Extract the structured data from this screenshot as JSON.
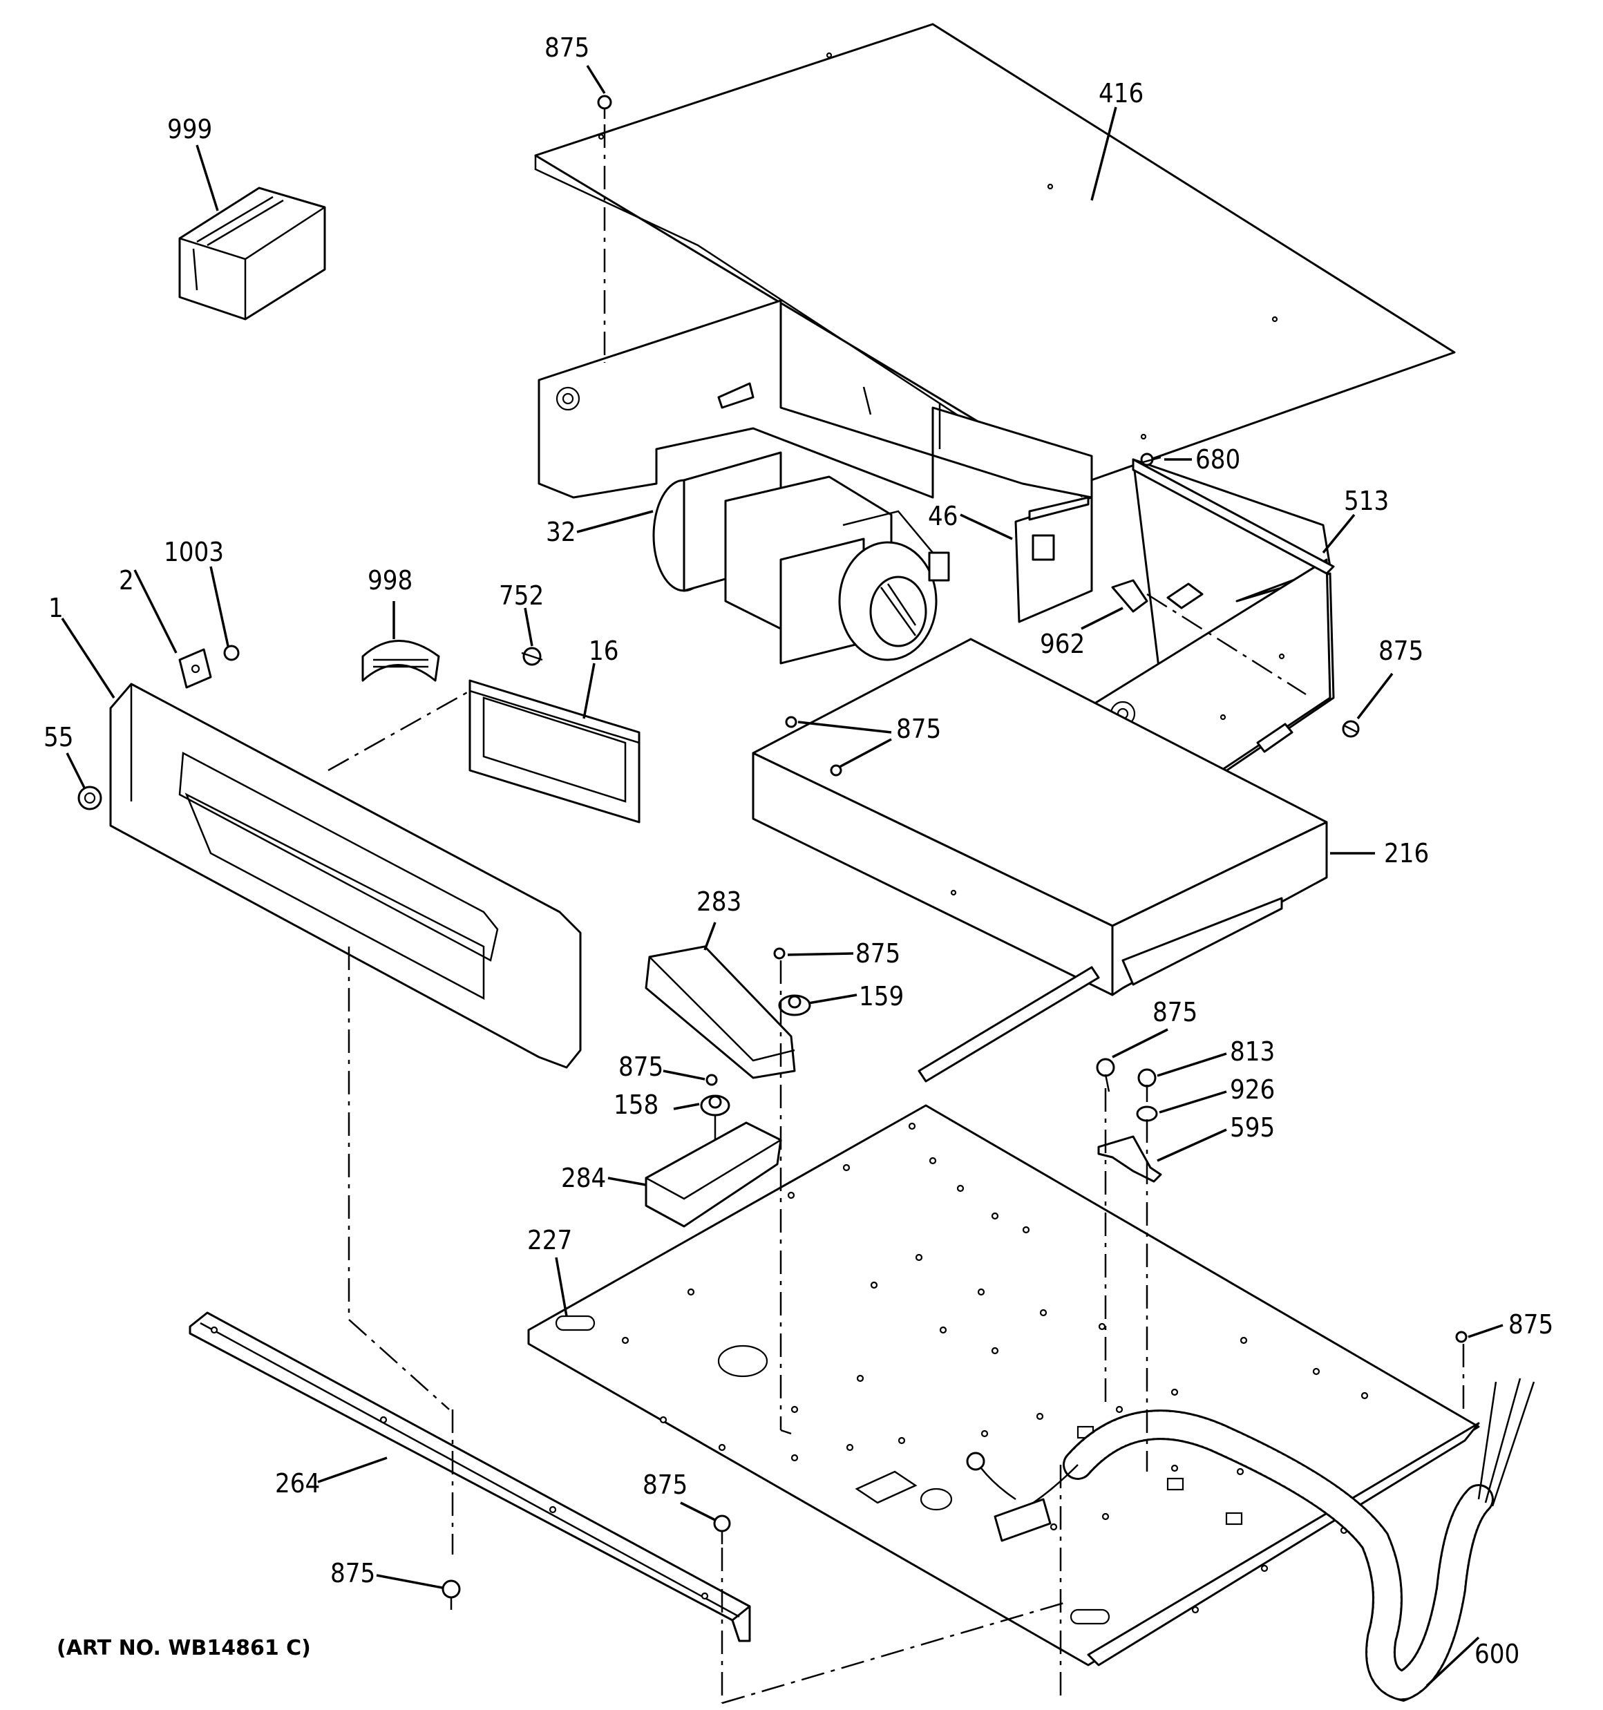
{
  "art_number": "(ART NO. WB14861 C)",
  "labels": {
    "p875_top": "875",
    "p416": "416",
    "p999": "999",
    "p680": "680",
    "p513": "513",
    "p46": "46",
    "p32": "32",
    "p1003": "1003",
    "p998": "998",
    "p752": "752",
    "p2": "2",
    "p1": "1",
    "p16": "16",
    "p962": "962",
    "p875_right": "875",
    "p55": "55",
    "p875_bracket": "875",
    "p216": "216",
    "p283": "283",
    "p875_mid": "875",
    "p159": "159",
    "p875_clip": "875",
    "p813": "813",
    "p875_small": "875",
    "p926": "926",
    "p158": "158",
    "p595": "595",
    "p284": "284",
    "p227": "227",
    "p875_base": "875",
    "p264": "264",
    "p875_lower": "875",
    "p875_bottom": "875",
    "p600": "600"
  }
}
